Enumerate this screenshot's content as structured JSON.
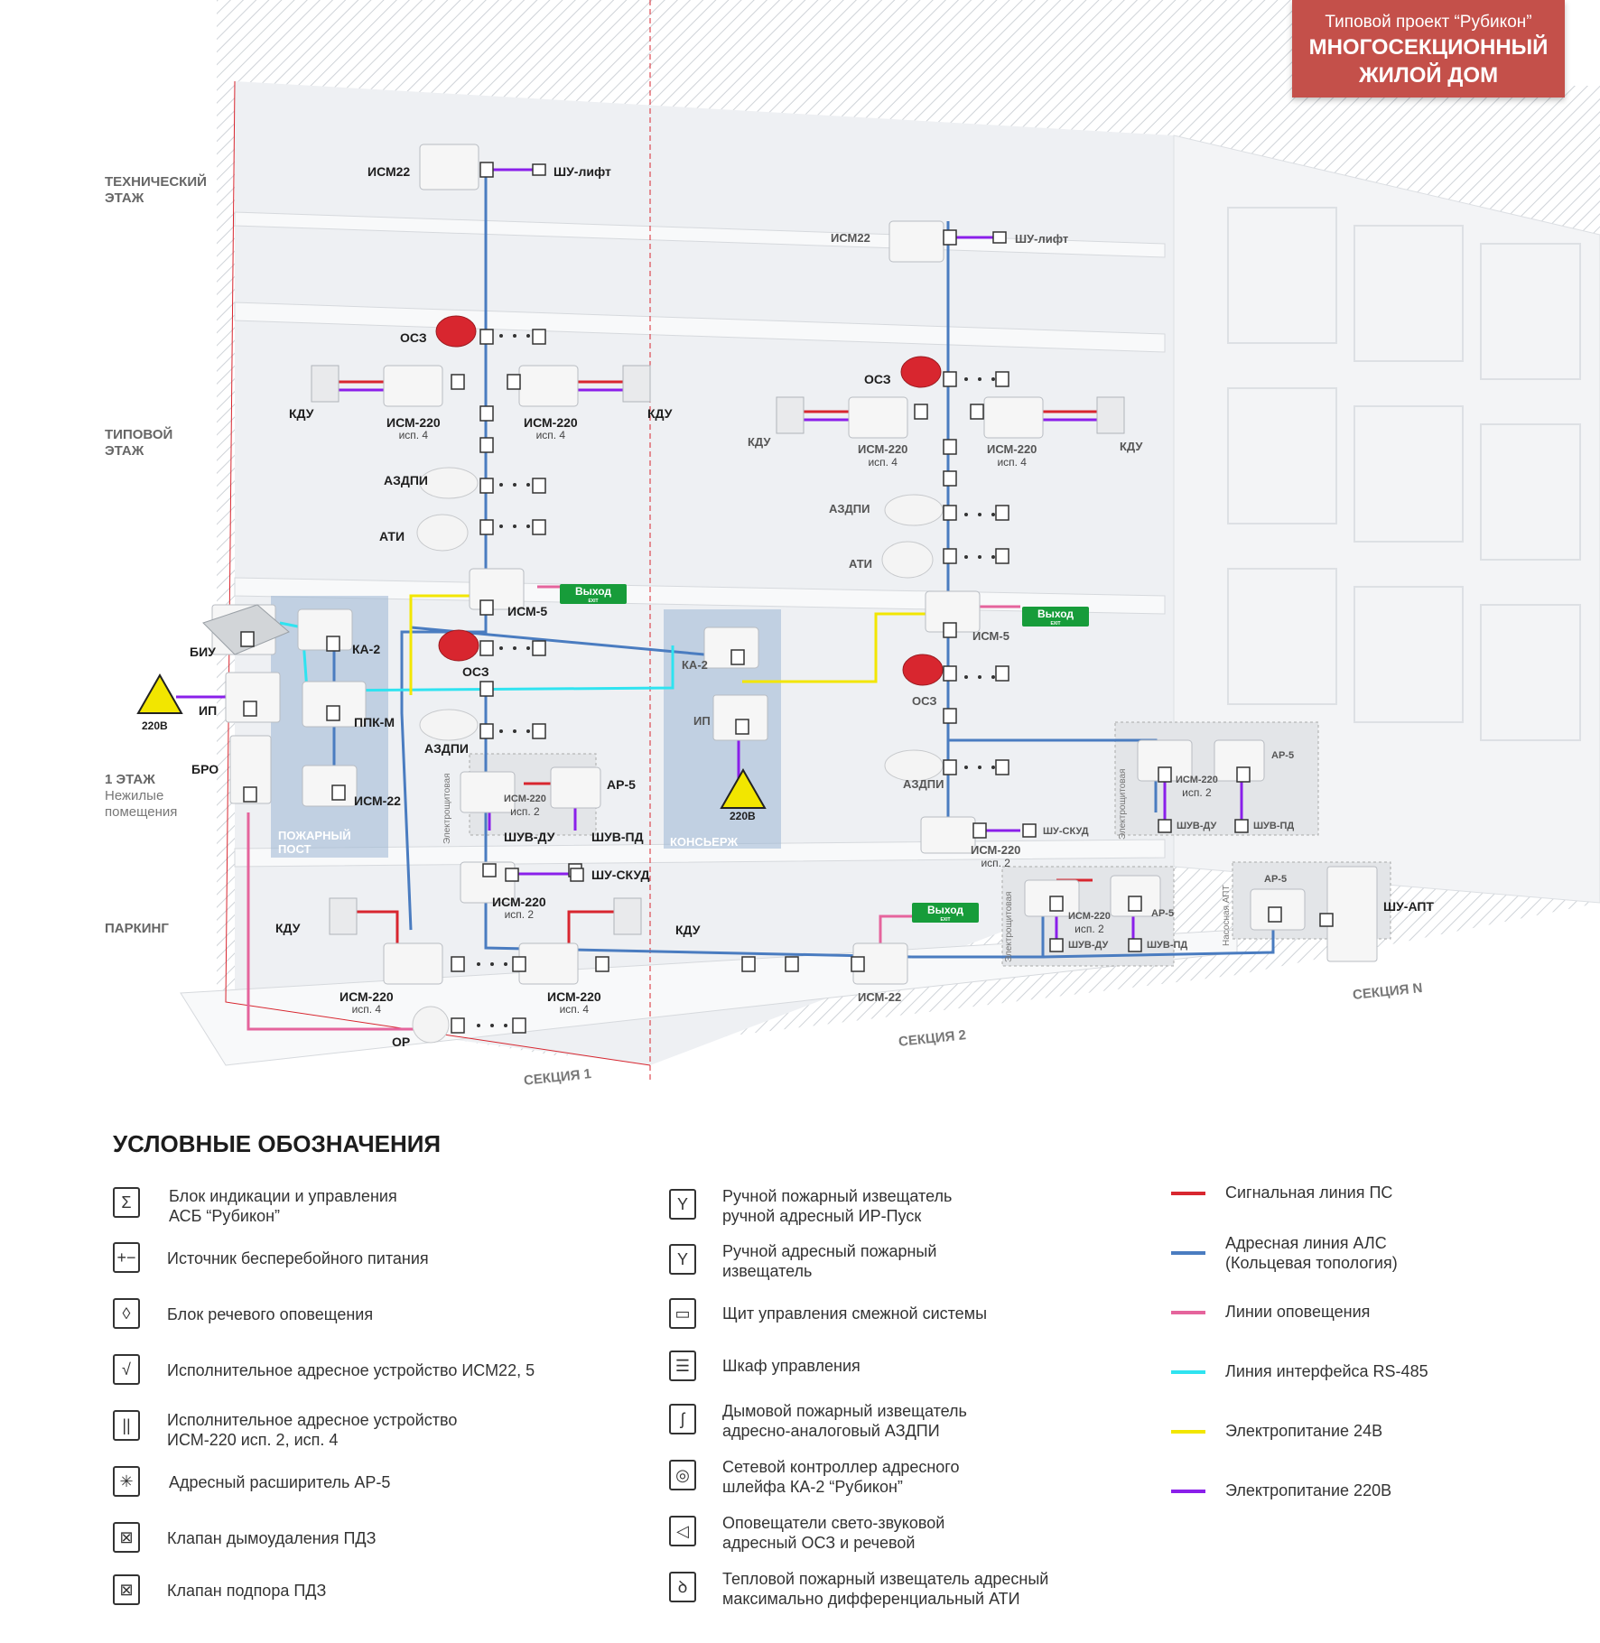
{
  "title": {
    "subtitle": "Типовой проект “Рубикон”",
    "line1": "МНОГОСЕКЦИОННЫЙ",
    "line2": "ЖИЛОЙ ДОМ"
  },
  "floors": {
    "technical": [
      "ТЕХНИЧЕСКИЙ",
      "ЭТАЖ"
    ],
    "typical": [
      "ТИПОВОЙ",
      "ЭТАЖ"
    ],
    "first": "1 ЭТАЖ",
    "first_sub": [
      "Нежилые",
      "помещения"
    ],
    "parking": "ПАРКИНГ"
  },
  "sections": {
    "s1": "СЕКЦИЯ 1",
    "s2": "СЕКЦИЯ 2",
    "sn": "СЕКЦИЯ N"
  },
  "zones": {
    "fire_post": [
      "ПОЖАРНЫЙ",
      "ПОСТ"
    ],
    "concierge": "КОНСЬЕРЖ",
    "electro": "Электрощитовая",
    "pump": "Насосная АПТ"
  },
  "labels": {
    "ism22": "ИСМ22",
    "shu_lift": "ШУ-лифт",
    "osz": "ОСЗ",
    "kdu": "КДУ",
    "ism220": "ИСМ-220",
    "isp4": "исп. 4",
    "isp2": "исп. 2",
    "azdpi": "АЗДПИ",
    "ati": "АТИ",
    "ism5": "ИСМ-5",
    "exit": "Выход",
    "exit_small": "EXIT",
    "biu": "БИУ",
    "ka2": "КА-2",
    "ip": "ИП",
    "v220": "220В",
    "ppkm": "ППК-М",
    "bro": "БРО",
    "ism_22": "ИСМ-22",
    "ar5": "АР-5",
    "shuv_du": "ШУВ-ДУ",
    "shuv_pd": "ШУВ-ПД",
    "shu_skud": "ШУ-СКУД",
    "or": "ОР",
    "shu_apt": "ШУ-АПТ"
  },
  "legend": {
    "title": "УСЛОВНЫЕ ОБОЗНАЧЕНИЯ",
    "col1": [
      {
        "icon": "sigma-icon",
        "glyph": "Σ",
        "text": [
          "Блок индикации и управления",
          "АСБ “Рубикон”"
        ]
      },
      {
        "icon": "ups-icon",
        "glyph": "+−",
        "text": [
          "Источник бесперебойного питания"
        ]
      },
      {
        "icon": "drop-icon",
        "glyph": "◊",
        "text": [
          "Блок речевого оповещения"
        ]
      },
      {
        "icon": "check-icon",
        "glyph": "√",
        "text": [
          "Исполнительное адресное устройство ИСМ22, 5"
        ]
      },
      {
        "icon": "double-bar-icon",
        "glyph": "||",
        "text": [
          "Исполнительное адресное устройство",
          "ИСМ-220 исп. 2, исп. 4"
        ]
      },
      {
        "icon": "star-icon",
        "glyph": "✳",
        "text": [
          "Адресный расширитель АР-5"
        ]
      },
      {
        "icon": "valve-d-icon",
        "glyph": "⊠",
        "text": [
          "Клапан дымоудаления ПДЗ"
        ]
      },
      {
        "icon": "valve-p-icon",
        "glyph": "⊠",
        "text": [
          "Клапан подпора ПДЗ"
        ]
      }
    ],
    "col2": [
      {
        "icon": "manual-call-d-icon",
        "glyph": "Y",
        "text": [
          "Ручной пожарный извещатель",
          "ручной адресный ИР-Пуск"
        ]
      },
      {
        "icon": "manual-call-icon",
        "glyph": "Y",
        "text": [
          "Ручной адресный пожарный",
          "извещатель"
        ]
      },
      {
        "icon": "panel-icon",
        "glyph": "▭",
        "text": [
          "Щит управления смежной системы"
        ]
      },
      {
        "icon": "cabinet-icon",
        "glyph": "☰",
        "text": [
          "Шкаф управления"
        ]
      },
      {
        "icon": "smoke-icon",
        "glyph": "ʃ",
        "text": [
          "Дымовой пожарный извещатель",
          "адресно-аналоговый АЗДПИ"
        ]
      },
      {
        "icon": "controller-icon",
        "glyph": "◎",
        "text": [
          "Сетевой контроллер адресного",
          "шлейфа КА-2 “Рубикон”"
        ]
      },
      {
        "icon": "speaker-icon",
        "glyph": "◁",
        "text": [
          "Оповещатели свето-звуковой",
          "адресный ОСЗ и речевой"
        ]
      },
      {
        "icon": "thermo-icon",
        "glyph": "ꝺ",
        "text": [
          "Тепловой пожарный извещатель адресный",
          "максимально дифференциальный АТИ"
        ]
      }
    ],
    "lines": [
      {
        "color": "#d8262f",
        "text": [
          "Сигнальная линия ПС"
        ]
      },
      {
        "color": "#4a7cc0",
        "text": [
          "Адресная линия АЛС",
          "(Кольцевая топология)"
        ]
      },
      {
        "color": "#e5649c",
        "text": [
          "Линии оповещения"
        ]
      },
      {
        "color": "#2fe3f0",
        "text": [
          "Линия интерфейса RS-485"
        ]
      },
      {
        "color": "#f2e600",
        "text": [
          "Электропитание 24В"
        ]
      },
      {
        "color": "#8a1fea",
        "text": [
          "Электропитание 220В"
        ]
      }
    ]
  }
}
